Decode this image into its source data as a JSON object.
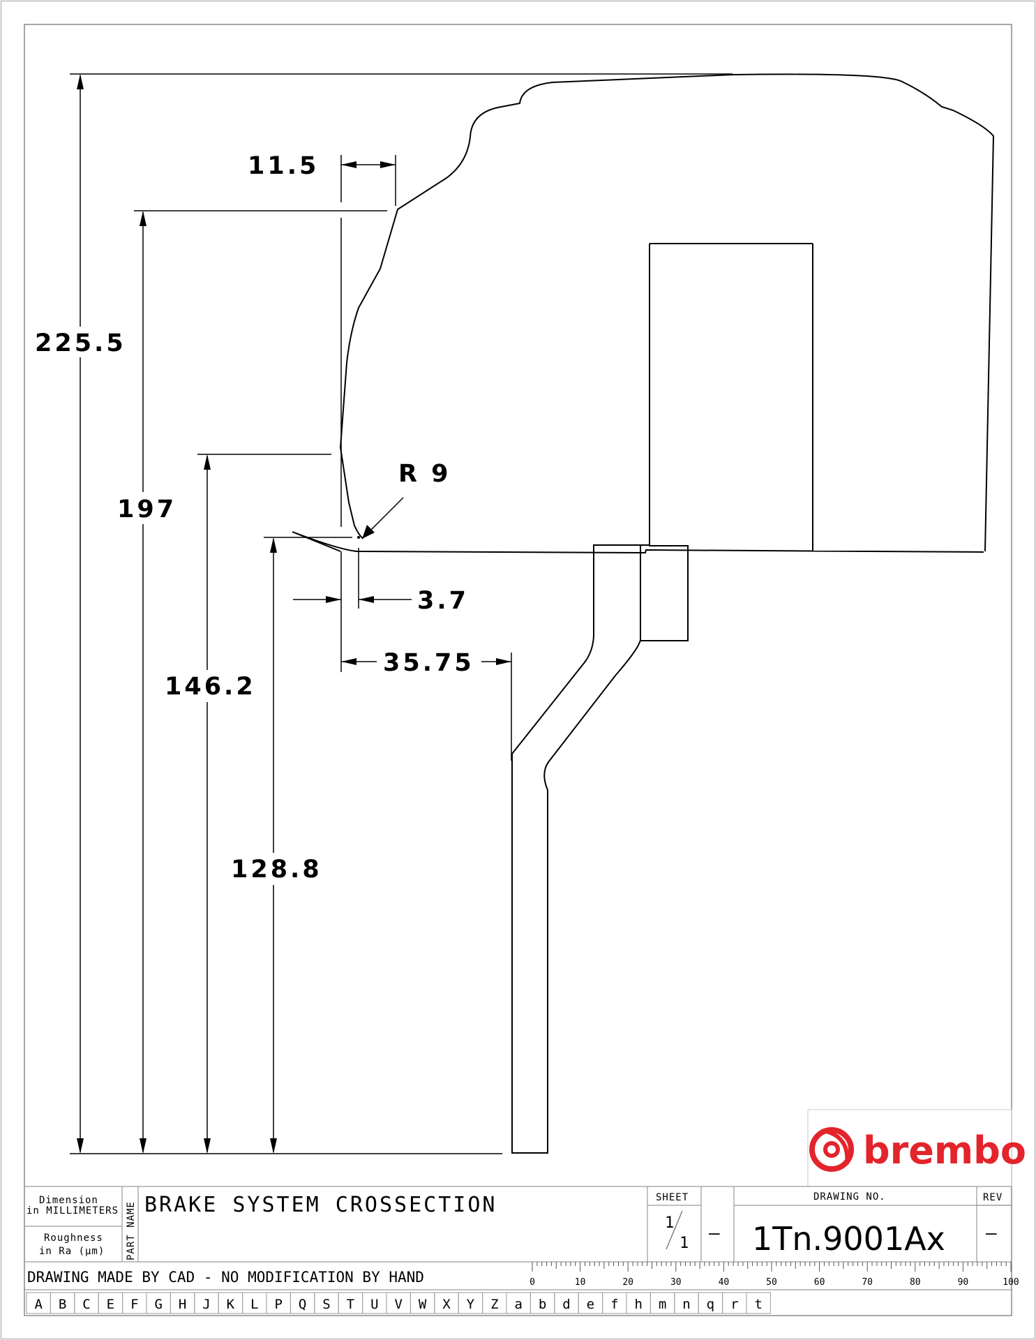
{
  "dimensions": {
    "overall_height": "225.5",
    "top_height": "197",
    "mid_height": "146.2",
    "low_height": "128.8",
    "top_offset": "11.5",
    "radius": "R 9",
    "small_offset": "3.7",
    "horizontal_offset": "35.75"
  },
  "title_block": {
    "dimension_label_1": "Dimension",
    "dimension_label_2": "in MILLIMETERS",
    "roughness_label_1": "Roughness",
    "roughness_label_2": "in Ra (µm)",
    "part_name_label": "PART NAME",
    "part_name": "BRAKE SYSTEM CROSSECTION",
    "sheet_label": "SHEET",
    "sheet_num": "1",
    "sheet_den": "1",
    "sheet_dash": "—",
    "drawing_no_label": "DRAWING NO.",
    "drawing_no": "1Tn.9001Ax",
    "rev_label": "REV",
    "rev_value": "—",
    "cad_note": "DRAWING MADE BY CAD - NO MODIFICATION BY HAND"
  },
  "brand": {
    "name": "brembo",
    "color": "#e3242b",
    "logo_icon": "brembo-disc-icon"
  },
  "ruler_labels": [
    "0",
    "10",
    "20",
    "30",
    "40",
    "50",
    "60",
    "70",
    "80",
    "90",
    "100"
  ],
  "grid_letters": [
    "A",
    "B",
    "C",
    "E",
    "F",
    "G",
    "H",
    "J",
    "K",
    "L",
    "P",
    "Q",
    "S",
    "T",
    "U",
    "V",
    "W",
    "X",
    "Y",
    "Z",
    "a",
    "b",
    "d",
    "e",
    "f",
    "h",
    "m",
    "n",
    "q",
    "r",
    "t"
  ]
}
